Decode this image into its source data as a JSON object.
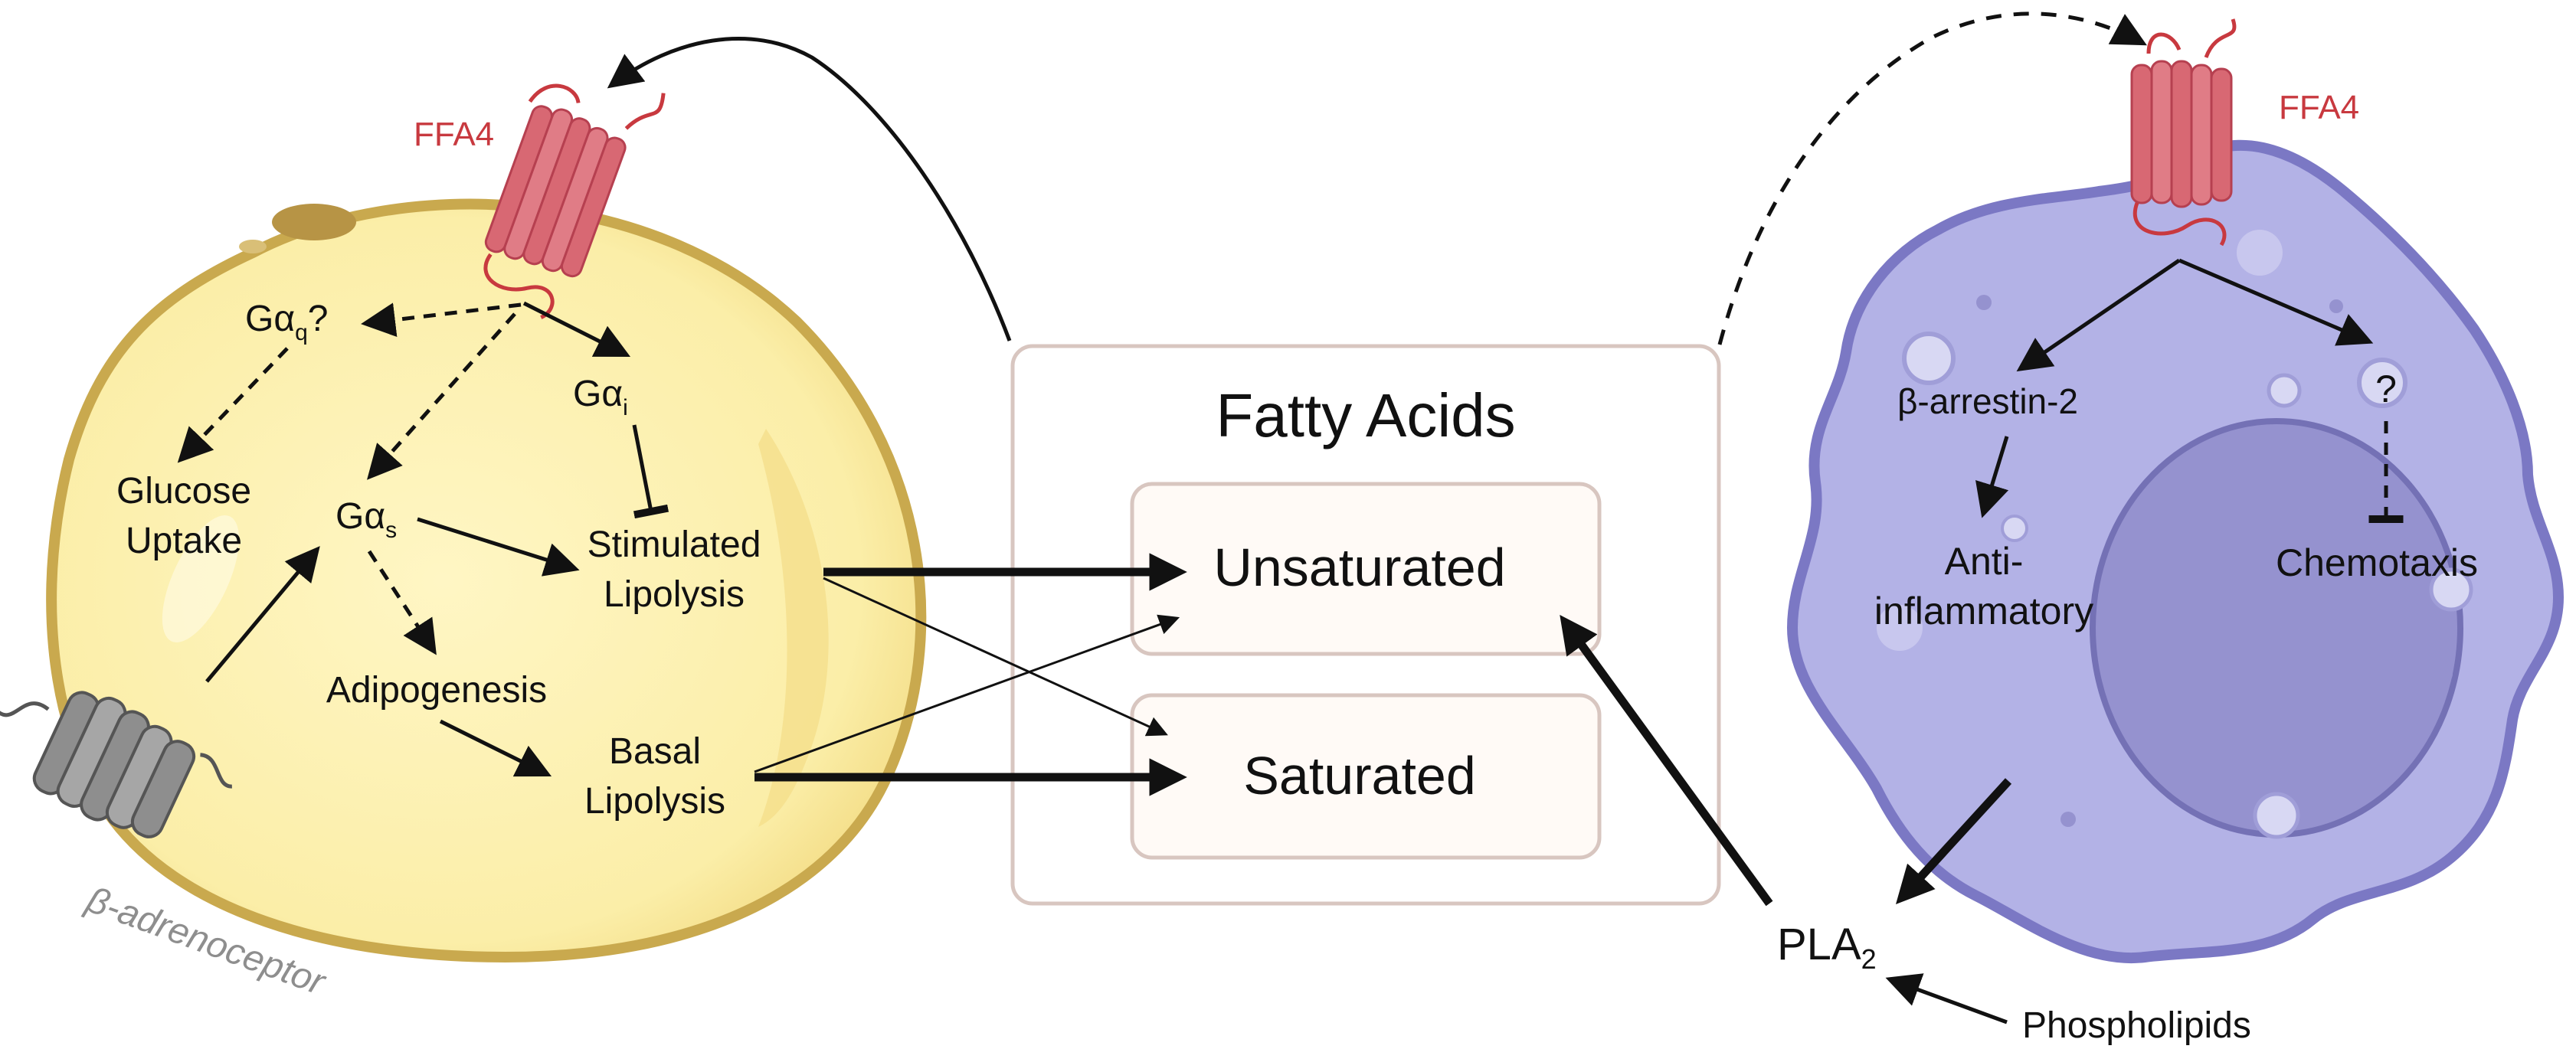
{
  "diagram": {
    "adipocyte": {
      "receptor_label": "FFA4",
      "gq_label": "Gα",
      "gq_sub": "q",
      "gq_suffix": "?",
      "gi_label": "Gα",
      "gi_sub": "i",
      "gs_label": "Gα",
      "gs_sub": "s",
      "glucose_line1": "Glucose",
      "glucose_line2": "Uptake",
      "stimulated_line1": "Stimulated",
      "stimulated_line2": "Lipolysis",
      "adipogenesis": "Adipogenesis",
      "basal_line1": "Basal",
      "basal_line2": "Lipolysis",
      "beta_label": "β-adrenoceptor"
    },
    "fatty_acids": {
      "title": "Fatty Acids",
      "unsaturated": "Unsaturated",
      "saturated": "Saturated"
    },
    "macrophage": {
      "receptor_label": "FFA4",
      "arrestin": "β-arrestin-2",
      "unknown": "?",
      "anti_line1": "Anti-",
      "anti_line2": "inflammatory",
      "chemotaxis": "Chemotaxis"
    },
    "pla2_main": "PLA",
    "pla2_sub": "2",
    "phospholipids": "Phospholipids"
  },
  "colors": {
    "adipocyte_fill": "#fbf0b4",
    "adipocyte_stroke": "#c9a94e",
    "macrophage_fill": "#b3b2e6",
    "macrophage_stroke": "#7b78c4",
    "nucleus_fill": "#9592cf",
    "receptor_red": "#d86873",
    "receptor_label_red": "#c8393f",
    "beta_gray": "#8e8e8e",
    "box_stroke": "#d8c6c0",
    "inner_box_fill": "#fffaf6"
  }
}
